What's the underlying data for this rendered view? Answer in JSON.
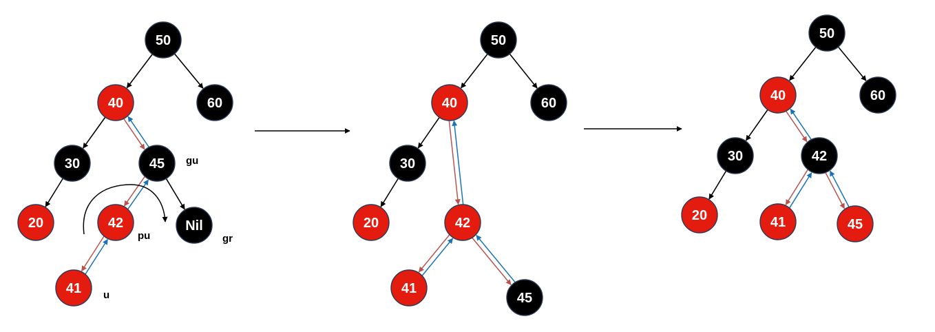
{
  "colors": {
    "red_node": "#e41c0f",
    "black_node": "#000000",
    "node_stroke": "#2b3a55",
    "edge": "#000000",
    "down_pointer": "#b85450",
    "up_pointer": "#1a73b5"
  },
  "diagrams": [
    {
      "id": "step1",
      "nodes": [
        {
          "id": "50",
          "label": "50",
          "color": "black"
        },
        {
          "id": "40",
          "label": "40",
          "color": "red"
        },
        {
          "id": "60",
          "label": "60",
          "color": "black"
        },
        {
          "id": "30",
          "label": "30",
          "color": "black"
        },
        {
          "id": "45",
          "label": "45",
          "color": "black"
        },
        {
          "id": "20",
          "label": "20",
          "color": "red"
        },
        {
          "id": "42",
          "label": "42",
          "color": "red"
        },
        {
          "id": "nil",
          "label": "Nil",
          "color": "black"
        },
        {
          "id": "41",
          "label": "41",
          "color": "red"
        }
      ],
      "tags": [
        {
          "id": "gu",
          "text": "gu"
        },
        {
          "id": "pu",
          "text": "pu"
        },
        {
          "id": "gr",
          "text": "gr"
        },
        {
          "id": "u",
          "text": "u"
        }
      ]
    },
    {
      "id": "step2",
      "nodes": [
        {
          "id": "50",
          "label": "50",
          "color": "black"
        },
        {
          "id": "40",
          "label": "40",
          "color": "red"
        },
        {
          "id": "60",
          "label": "60",
          "color": "black"
        },
        {
          "id": "30",
          "label": "30",
          "color": "black"
        },
        {
          "id": "20",
          "label": "20",
          "color": "red"
        },
        {
          "id": "42",
          "label": "42",
          "color": "red"
        },
        {
          "id": "41",
          "label": "41",
          "color": "red"
        },
        {
          "id": "45",
          "label": "45",
          "color": "black"
        }
      ],
      "tags": []
    },
    {
      "id": "step3",
      "nodes": [
        {
          "id": "50",
          "label": "50",
          "color": "black"
        },
        {
          "id": "40",
          "label": "40",
          "color": "red"
        },
        {
          "id": "60",
          "label": "60",
          "color": "black"
        },
        {
          "id": "30",
          "label": "30",
          "color": "black"
        },
        {
          "id": "42",
          "label": "42",
          "color": "black"
        },
        {
          "id": "20",
          "label": "20",
          "color": "red"
        },
        {
          "id": "41",
          "label": "41",
          "color": "red"
        },
        {
          "id": "45",
          "label": "45",
          "color": "red"
        }
      ],
      "tags": []
    }
  ]
}
